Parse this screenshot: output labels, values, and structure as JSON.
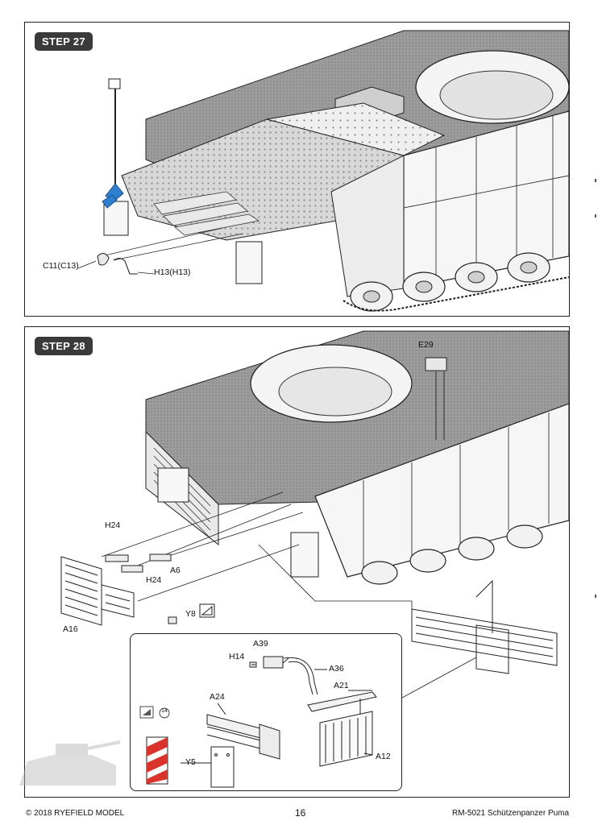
{
  "step27": {
    "badge": "STEP 27",
    "labels": {
      "c11": "C11(C13)",
      "h13": "H13(H13)"
    }
  },
  "step28": {
    "badge": "STEP 28",
    "labels": {
      "e29": "E29",
      "h24_top": "H24",
      "h24_bottom": "H24",
      "a6": "A6",
      "a16": "A16",
      "y8": "Y8"
    },
    "inset_labels": {
      "a39": "A39",
      "h14": "H14",
      "a36": "A36",
      "a21": "A21",
      "a24": "A24",
      "y5": "Y5",
      "a12": "A12",
      "paint_number": "14"
    }
  },
  "footer": {
    "copyright": "© 2018 RYEFIELD MODEL",
    "page_number": "16",
    "product": "RM-5021 Schützenpanzer Puma"
  },
  "colors": {
    "step_badge": "#3a3a3a",
    "highlight_part": "#2f7fd0",
    "paint_chip": "#d9342b"
  }
}
